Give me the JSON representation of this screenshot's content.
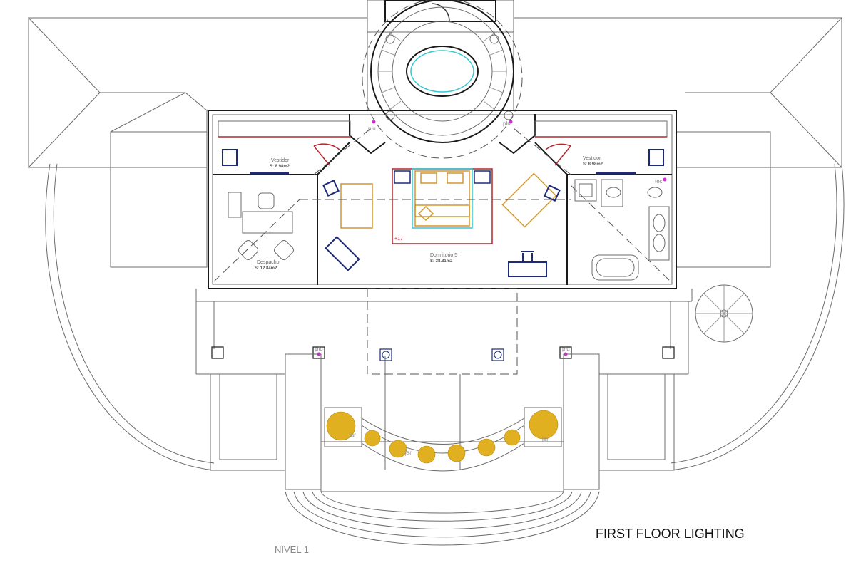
{
  "title": "FIRST FLOOR LIGHTING",
  "level": "NIVEL 1",
  "rooms": [
    {
      "name": "Vestidor",
      "area": "S: 8.98m2"
    },
    {
      "name": "Despacho",
      "area": "S: 12.84m2"
    },
    {
      "name": "Dormitorio 5",
      "area": "S: 38.81m2"
    },
    {
      "name": "Vestidor",
      "area": "S: 8.98m2"
    }
  ],
  "level_mark": "+17",
  "tags": {
    "plu": "plu",
    "tec": "tec",
    "jar": "jar"
  },
  "colors": {
    "wall": "#1a1a1a",
    "door": "#b3262e",
    "furniture": "#d4962b",
    "fixture": "#1d2a7a",
    "light_point": "#d42ad4",
    "plants": "#e0b020"
  }
}
